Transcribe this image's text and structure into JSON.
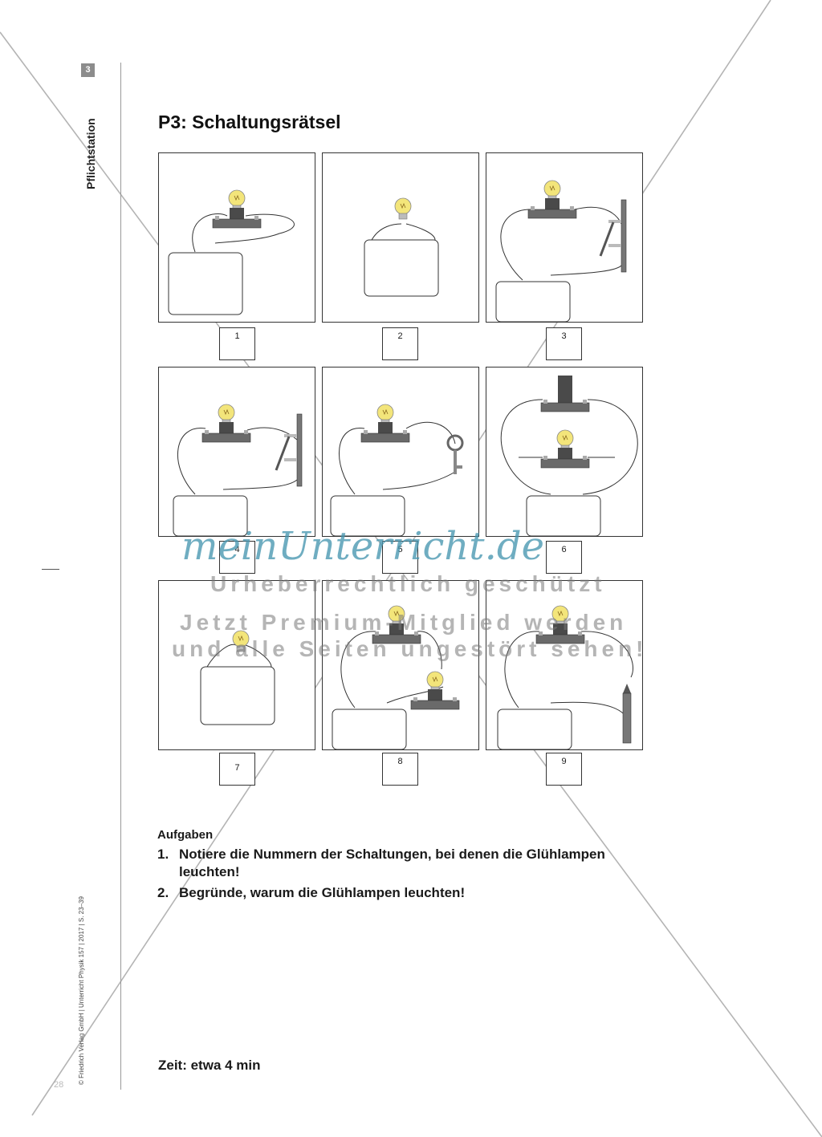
{
  "sidebar": {
    "chapter_number": "3",
    "station_label": "Pflichtstation",
    "copyright": "© Friedrich Verlag GmbH | Unterricht Physik 157 | 2017 | S. 23–39",
    "page_number": "28"
  },
  "worksheet": {
    "title": "P3: Schaltungsrätsel",
    "circuits": [
      {
        "number": "1",
        "parts": [
          "lamp-socket",
          "battery"
        ]
      },
      {
        "number": "2",
        "parts": [
          "bulb",
          "battery"
        ]
      },
      {
        "number": "3",
        "parts": [
          "lamp-socket",
          "battery",
          "nail-board"
        ]
      },
      {
        "number": "4",
        "parts": [
          "lamp-socket",
          "battery",
          "nail-board"
        ]
      },
      {
        "number": "5",
        "parts": [
          "lamp-socket",
          "battery",
          "key"
        ]
      },
      {
        "number": "6",
        "parts": [
          "lamp-socket",
          "lamp-socket",
          "battery"
        ]
      },
      {
        "number": "7",
        "parts": [
          "bulb",
          "battery"
        ]
      },
      {
        "number": "8",
        "parts": [
          "lamp-socket",
          "lamp-socket",
          "battery"
        ]
      },
      {
        "number": "9",
        "parts": [
          "lamp-socket",
          "battery",
          "pencil"
        ]
      }
    ],
    "tasks_heading": "Aufgaben",
    "tasks": [
      {
        "number": "1.",
        "line1": "Notiere die Nummern der Schaltungen, bei denen die Glühlampen",
        "line2": "leuchten!"
      },
      {
        "number": "2.",
        "line1": "Begründe, warum die Glühlampen leuchten!",
        "line2": ""
      }
    ],
    "time_note": "Zeit: etwa 4 min"
  },
  "watermark": {
    "logo": "meinUnterricht.de",
    "line1": "Urheberrechtlich geschützt",
    "line2": "Jetzt Premium-Mitglied werden",
    "line3": "und alle Seiten ungestört sehen!"
  },
  "colors": {
    "bulb": "#f3e57a",
    "socket": "#6a6a6a",
    "watermark_blue": "#4f9fc4"
  }
}
